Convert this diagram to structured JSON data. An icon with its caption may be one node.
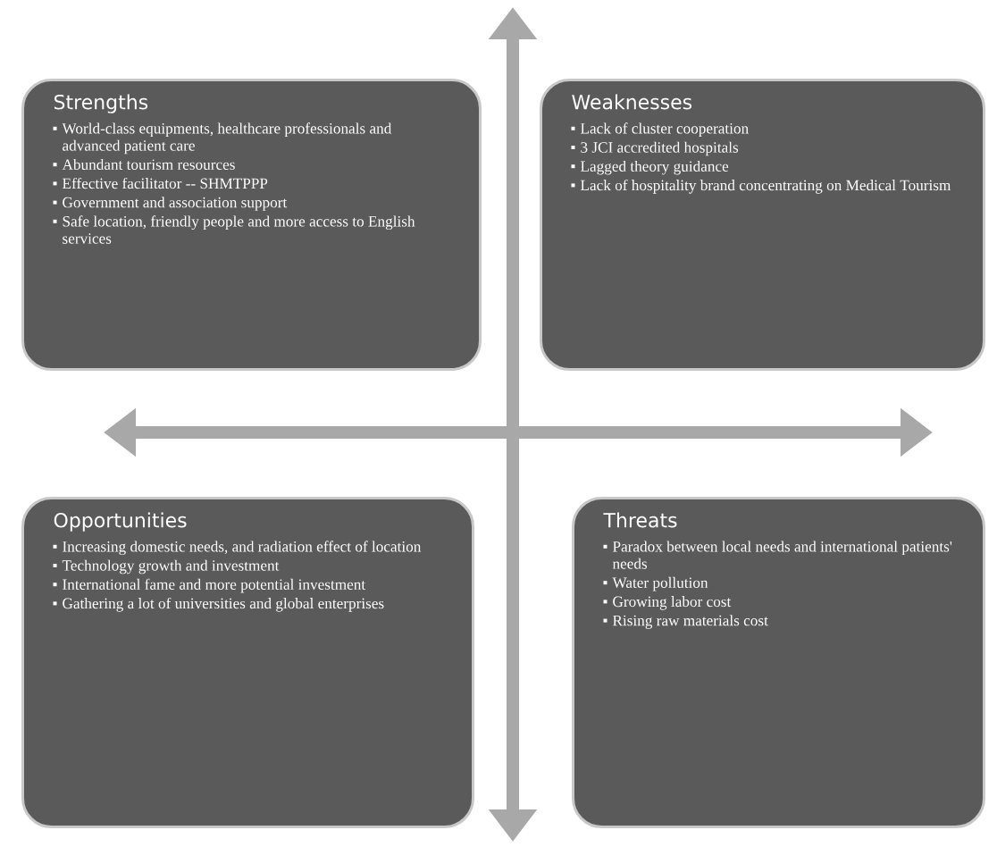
{
  "diagram": {
    "nodes": [
      {
        "text": [
          "Strengths",
          "World-class equipments, healthcare professionals and advanced patient care",
          "Abundant tourism resources",
          "Effective facilitator -- SHMTPPP",
          "Government and association support",
          "Safe location, friendly people and more access to English services"
        ]
      },
      {
        "text": [
          "Weaknesses",
          "Lack of cluster cooperation",
          "3 JCI accredited hospitals",
          "Lagged theory guidance",
          "Lack of hospitality brand concentrating on Medical Tourism"
        ]
      },
      {
        "text": [
          "Opportunities",
          "Increasing domestic needs, and radiation effect of location",
          "Technology growth and investment",
          "International fame and more potential investment",
          "Gathering a lot of universities and global enterprises"
        ]
      },
      {
        "text": [
          "Threats",
          "Paradox between local needs and international patients' needs",
          "Water pollution",
          "Growing labor cost",
          "Rising raw materials cost"
        ]
      }
    ]
  }
}
